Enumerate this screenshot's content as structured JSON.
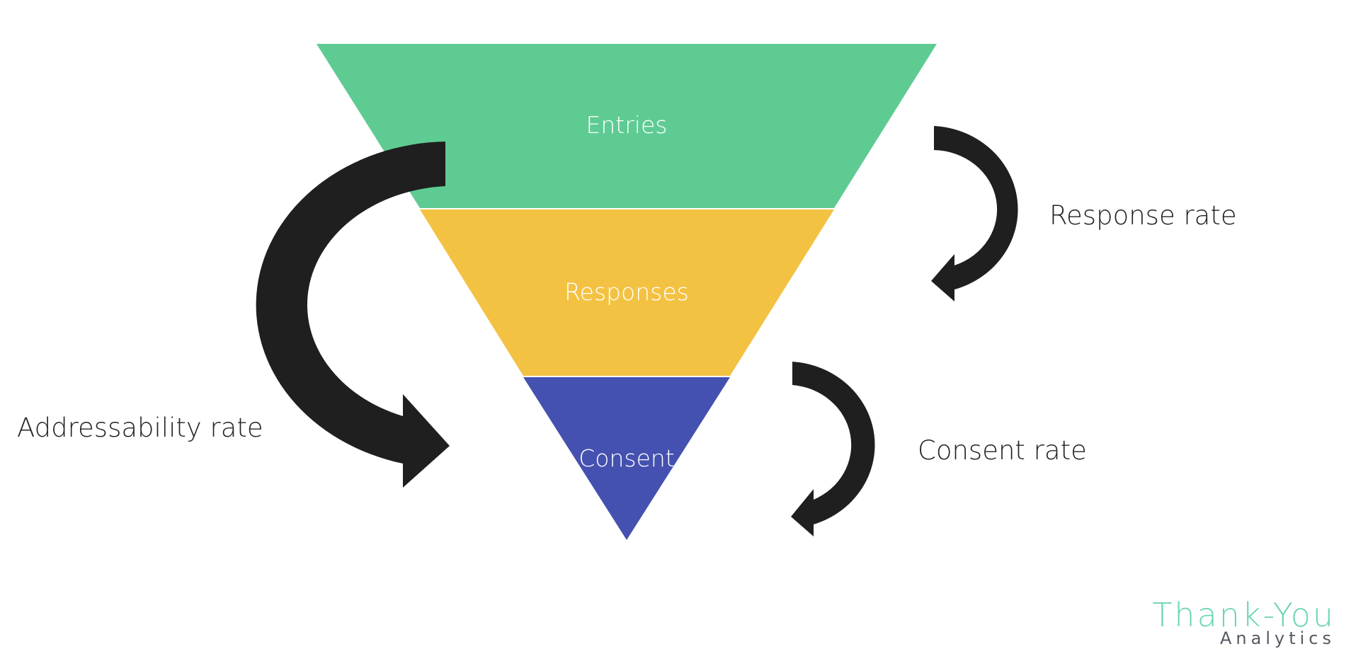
{
  "diagram": {
    "type": "funnel",
    "stages": [
      {
        "label": "Entries",
        "color": "#5ecb93"
      },
      {
        "label": "Responses",
        "color": "#f4c242"
      },
      {
        "label": "Consent",
        "color": "#4451b0"
      }
    ],
    "rates": [
      {
        "label": "Addressability rate",
        "from": "Entries",
        "to": "Consent"
      },
      {
        "label": "Response rate",
        "from": "Entries",
        "to": "Responses"
      },
      {
        "label": "Consent rate",
        "from": "Responses",
        "to": "Consent"
      }
    ],
    "arrow_color": "#1f1f1f",
    "text_color": "#222222"
  },
  "logo": {
    "name": "Thank-You",
    "subtitle": "Analytics",
    "color": "#6ed6b0",
    "subtitle_color": "#555a62"
  }
}
